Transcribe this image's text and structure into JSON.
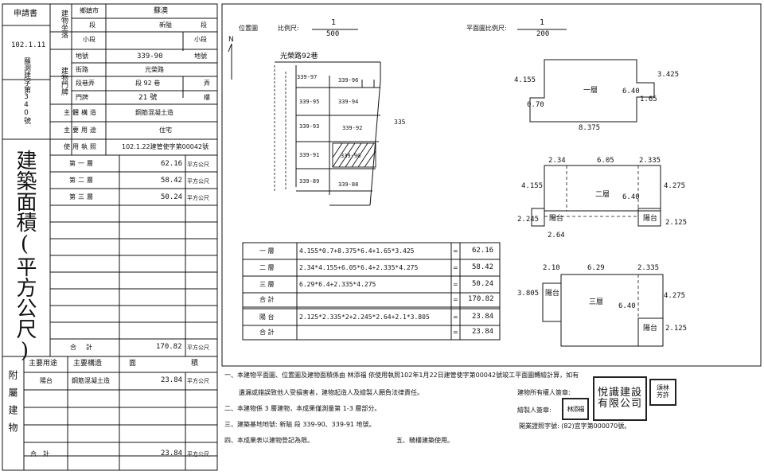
{
  "left_form": {
    "header": "申請書",
    "date": "102.1.11",
    "doc_no": "羅測建字第340號",
    "location_group": "建物坐落",
    "door_group": "建物門牌",
    "rows": [
      {
        "label": "鄉鎮市",
        "value": "蘇澳"
      },
      {
        "label": "段",
        "value": "新隘",
        "unit": "段"
      },
      {
        "label": "小段",
        "value": "",
        "unit": "小段"
      },
      {
        "label": "地號",
        "value": "339-90",
        "unit": "地號"
      },
      {
        "label": "街路",
        "value": "光榮路"
      },
      {
        "label": "段巷弄",
        "value": "段 92 巷",
        "unit": "弄"
      },
      {
        "label": "門牌",
        "value": "21 號",
        "unit": "樓"
      }
    ],
    "main_structure_label": "主體構造",
    "main_structure": "鋼筋混凝土造",
    "main_use_label": "主要用途",
    "main_use": "住宅",
    "permit_label": "使用執照",
    "permit": "102.1.22建管使字第00042號",
    "area_title": "建築面積(平方公尺)",
    "floors": [
      {
        "label": "第一層",
        "value": "62.16",
        "unit": "平方公尺"
      },
      {
        "label": "第二層",
        "value": "58.42",
        "unit": "平方公尺"
      },
      {
        "label": "第三層",
        "value": "50.24",
        "unit": "平方公尺"
      }
    ],
    "total_label": "合計",
    "total": "170.82",
    "total_unit": "平方公尺",
    "annex_title": "附屬建物",
    "annex_headers": [
      "主要用途",
      "主要構造",
      "面",
      "積"
    ],
    "annex_rows": [
      {
        "use": "陽台",
        "structure": "鋼筋混凝土造",
        "area": "23.84",
        "unit": "平方公尺"
      }
    ],
    "annex_total_label": "合計",
    "annex_total": "23.84",
    "annex_total_unit": "平方公尺"
  },
  "plan": {
    "location_label": "位置圖",
    "scale_label": "比例尺:",
    "scale_num": "1",
    "scale_den": "500",
    "floor_scale_label": "平面圖比例尺:",
    "floor_scale_num": "1",
    "floor_scale_den": "200",
    "north": "N",
    "road": "光榮路92巷",
    "lots": [
      "339-97",
      "339-96",
      "339-95",
      "339-94",
      "339-93",
      "339-92",
      "339-91",
      "339-90",
      "339-89",
      "339-88"
    ],
    "lot_335": "335",
    "floor1": {
      "name": "一層",
      "dims": [
        "4.155",
        "3.425",
        "6.40",
        "0.70",
        "1.65",
        "8.375"
      ]
    },
    "floor2": {
      "name": "二層",
      "dims": [
        "2.34",
        "6.05",
        "2.335",
        "4.155",
        "4.275",
        "6.40",
        "2.245",
        "2.125",
        "2.64"
      ],
      "balcony": "陽台"
    },
    "floor3": {
      "name": "三層",
      "dims": [
        "2.10",
        "6.29",
        "2.335",
        "3.805",
        "4.275",
        "6.40",
        "2.125"
      ],
      "balcony": "陽台"
    }
  },
  "calc": {
    "rows": [
      {
        "label": "一 層",
        "formula": "4.155*0.7+8.375*6.4+1.65*3.425",
        "eq": "=",
        "value": "62.16"
      },
      {
        "label": "二 層",
        "formula": "2.34*4.155+6.05*6.4+2.335*4.275",
        "eq": "=",
        "value": "58.42"
      },
      {
        "label": "三 層",
        "formula": "6.29*6.4+2.335*4.275",
        "eq": "=",
        "value": "50.24"
      },
      {
        "label": "合 計",
        "formula": "",
        "eq": "=",
        "value": "170.82"
      },
      {
        "label": "陽 台",
        "formula": "2.125*2.335*2+2.245*2.64+2.1*3.805",
        "eq": "=",
        "value": "23.84"
      },
      {
        "label": "合 計",
        "formula": "",
        "eq": "=",
        "value": "23.84"
      }
    ]
  },
  "notes": {
    "n1": "一、本建物平面圖、位置圖及建物面積係由 林添福 依使用執照102年1月22日建管使字第00042號竣工平面圖轉繪計算，如有",
    "n1b": "遺漏或錯誤致他人受損害者，建物起造人及繪製人願負法律責任。",
    "n2": "二、本建物係 3 層建物，本成果僅測量第 1-3 層部分。",
    "n3": "三、建築基地地號: 新隘 段 339-90、339-91 地號。",
    "n4": "四、本成果表以建物登記為限。",
    "n5": "五、騎樓建築使用。",
    "owner_label": "建物所有權人簽章:",
    "drawer_label": "繪製人簽章:",
    "license_label": "開業證照字號: (82)宜字第000070號。",
    "stamp_main": "悅識建設有限公司",
    "stamp_small": "林添福",
    "stamp_small2": "頌林芳許"
  }
}
